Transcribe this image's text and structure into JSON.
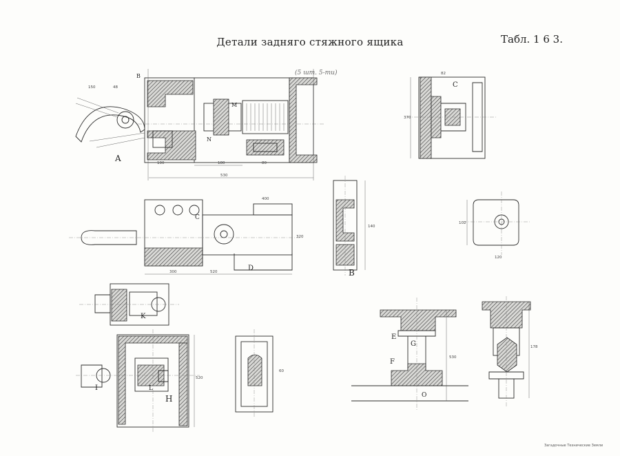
{
  "title": "Детали задняго стяжного ящика",
  "table_number": "Табл. 1 6 3.",
  "handwritten_note": "(5 шт. 5-ти)",
  "footer": "Загадочные Технические Земли",
  "views": {
    "A": "A",
    "B": "B",
    "C": "C",
    "D": "D",
    "E": "E",
    "F": "F",
    "G": "G",
    "H": "H",
    "I": "I",
    "K": "K",
    "L": "L",
    "M": "M",
    "N": "N",
    "O": "O"
  },
  "dimensions": {
    "top_overall": "530",
    "top_left_block": "100",
    "top_mid": "180",
    "top_right_gap": "80",
    "mid_overall": "520",
    "mid_left": "300",
    "mid_right": "400",
    "mid_height": "320",
    "b_view_height": "140",
    "h_view_height": "520",
    "c_view_height": "370",
    "d_view_height": "178",
    "g_section_height": "530",
    "small_dims_a": "150",
    "small_dims_b": "48",
    "small_dims_c": "82",
    "small_dims_d": "102",
    "small_dims_e": "120",
    "small_dims_f": "60"
  }
}
